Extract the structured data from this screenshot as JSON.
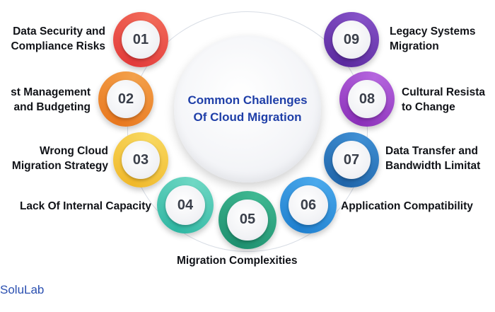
{
  "title": "Common Challenges\nOf Cloud Migration",
  "brand": "SoluLab",
  "items": [
    {
      "num": "01",
      "label": "Data Security and\nCompliance Risks",
      "color": "#e23a3a",
      "color2": "#f26b5a"
    },
    {
      "num": "02",
      "label": "st Management\n and Budgeting",
      "color": "#e8771e",
      "color2": "#f3a04a"
    },
    {
      "num": "03",
      "label": "Wrong Cloud\nMigration Strategy",
      "color": "#f0b82a",
      "color2": "#f8d860"
    },
    {
      "num": "04",
      "label": "Lack Of Internal Capacity",
      "color": "#2fb6a2",
      "color2": "#6fd8c4"
    },
    {
      "num": "05",
      "label": "Migration Complexities",
      "color": "#1e8f6e",
      "color2": "#3fb892"
    },
    {
      "num": "06",
      "label": "Application Compatibility",
      "color": "#1f7fce",
      "color2": "#4aa9ec"
    },
    {
      "num": "07",
      "label": "Data Transfer and\nBandwidth Limitat",
      "color": "#1f64a8",
      "color2": "#3f8fd4"
    },
    {
      "num": "08",
      "label": "Cultural Resista\nto Change",
      "color": "#8a2fb8",
      "color2": "#b566de"
    },
    {
      "num": "09",
      "label": "Legacy Systems\nMigration",
      "color": "#5a2a9e",
      "color2": "#8652c8"
    }
  ]
}
